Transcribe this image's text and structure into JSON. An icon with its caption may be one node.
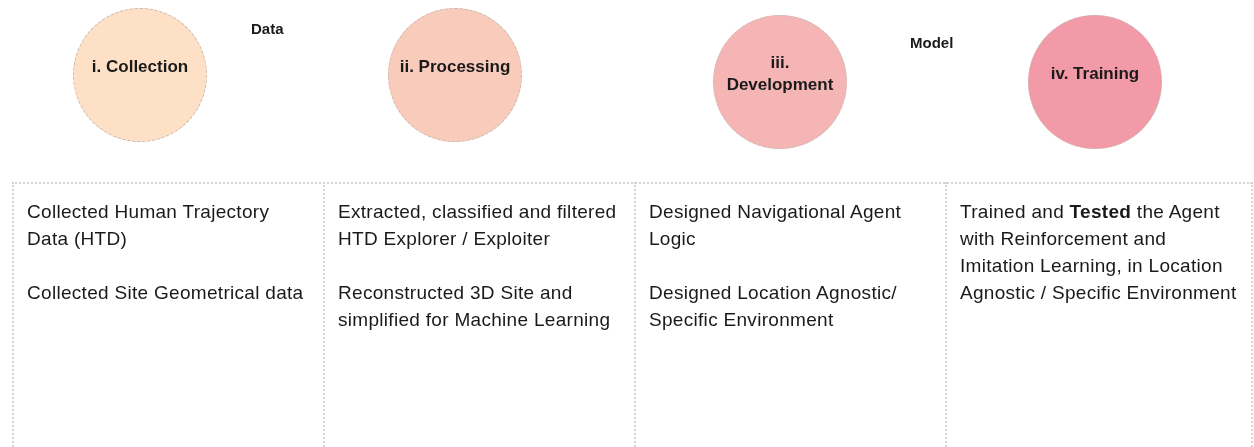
{
  "diagram": {
    "nodes": [
      {
        "text": [
          "i. Collection"
        ]
      },
      {
        "text": [
          "ii. Processing"
        ]
      },
      {
        "text": [
          "iii. Development"
        ]
      },
      {
        "text": [
          "iv. Training"
        ]
      }
    ],
    "labels": [
      "Data",
      "Model",
      "Collected Human Trajectory Data (HTD)",
      "Collected Site Geometrical data",
      "Extracted, classified and filtered HTD Explorer / Exploiter",
      "Reconstructed 3D Site and simplified for Machine Learning",
      "Designed Navigational Agent Logic",
      "Designed Location Agnostic/ Specific Environment",
      "Trained and **Tested** the Agent with Reinforcement and Imitation Learning, in Location Agnostic / Specific Environment"
    ]
  }
}
